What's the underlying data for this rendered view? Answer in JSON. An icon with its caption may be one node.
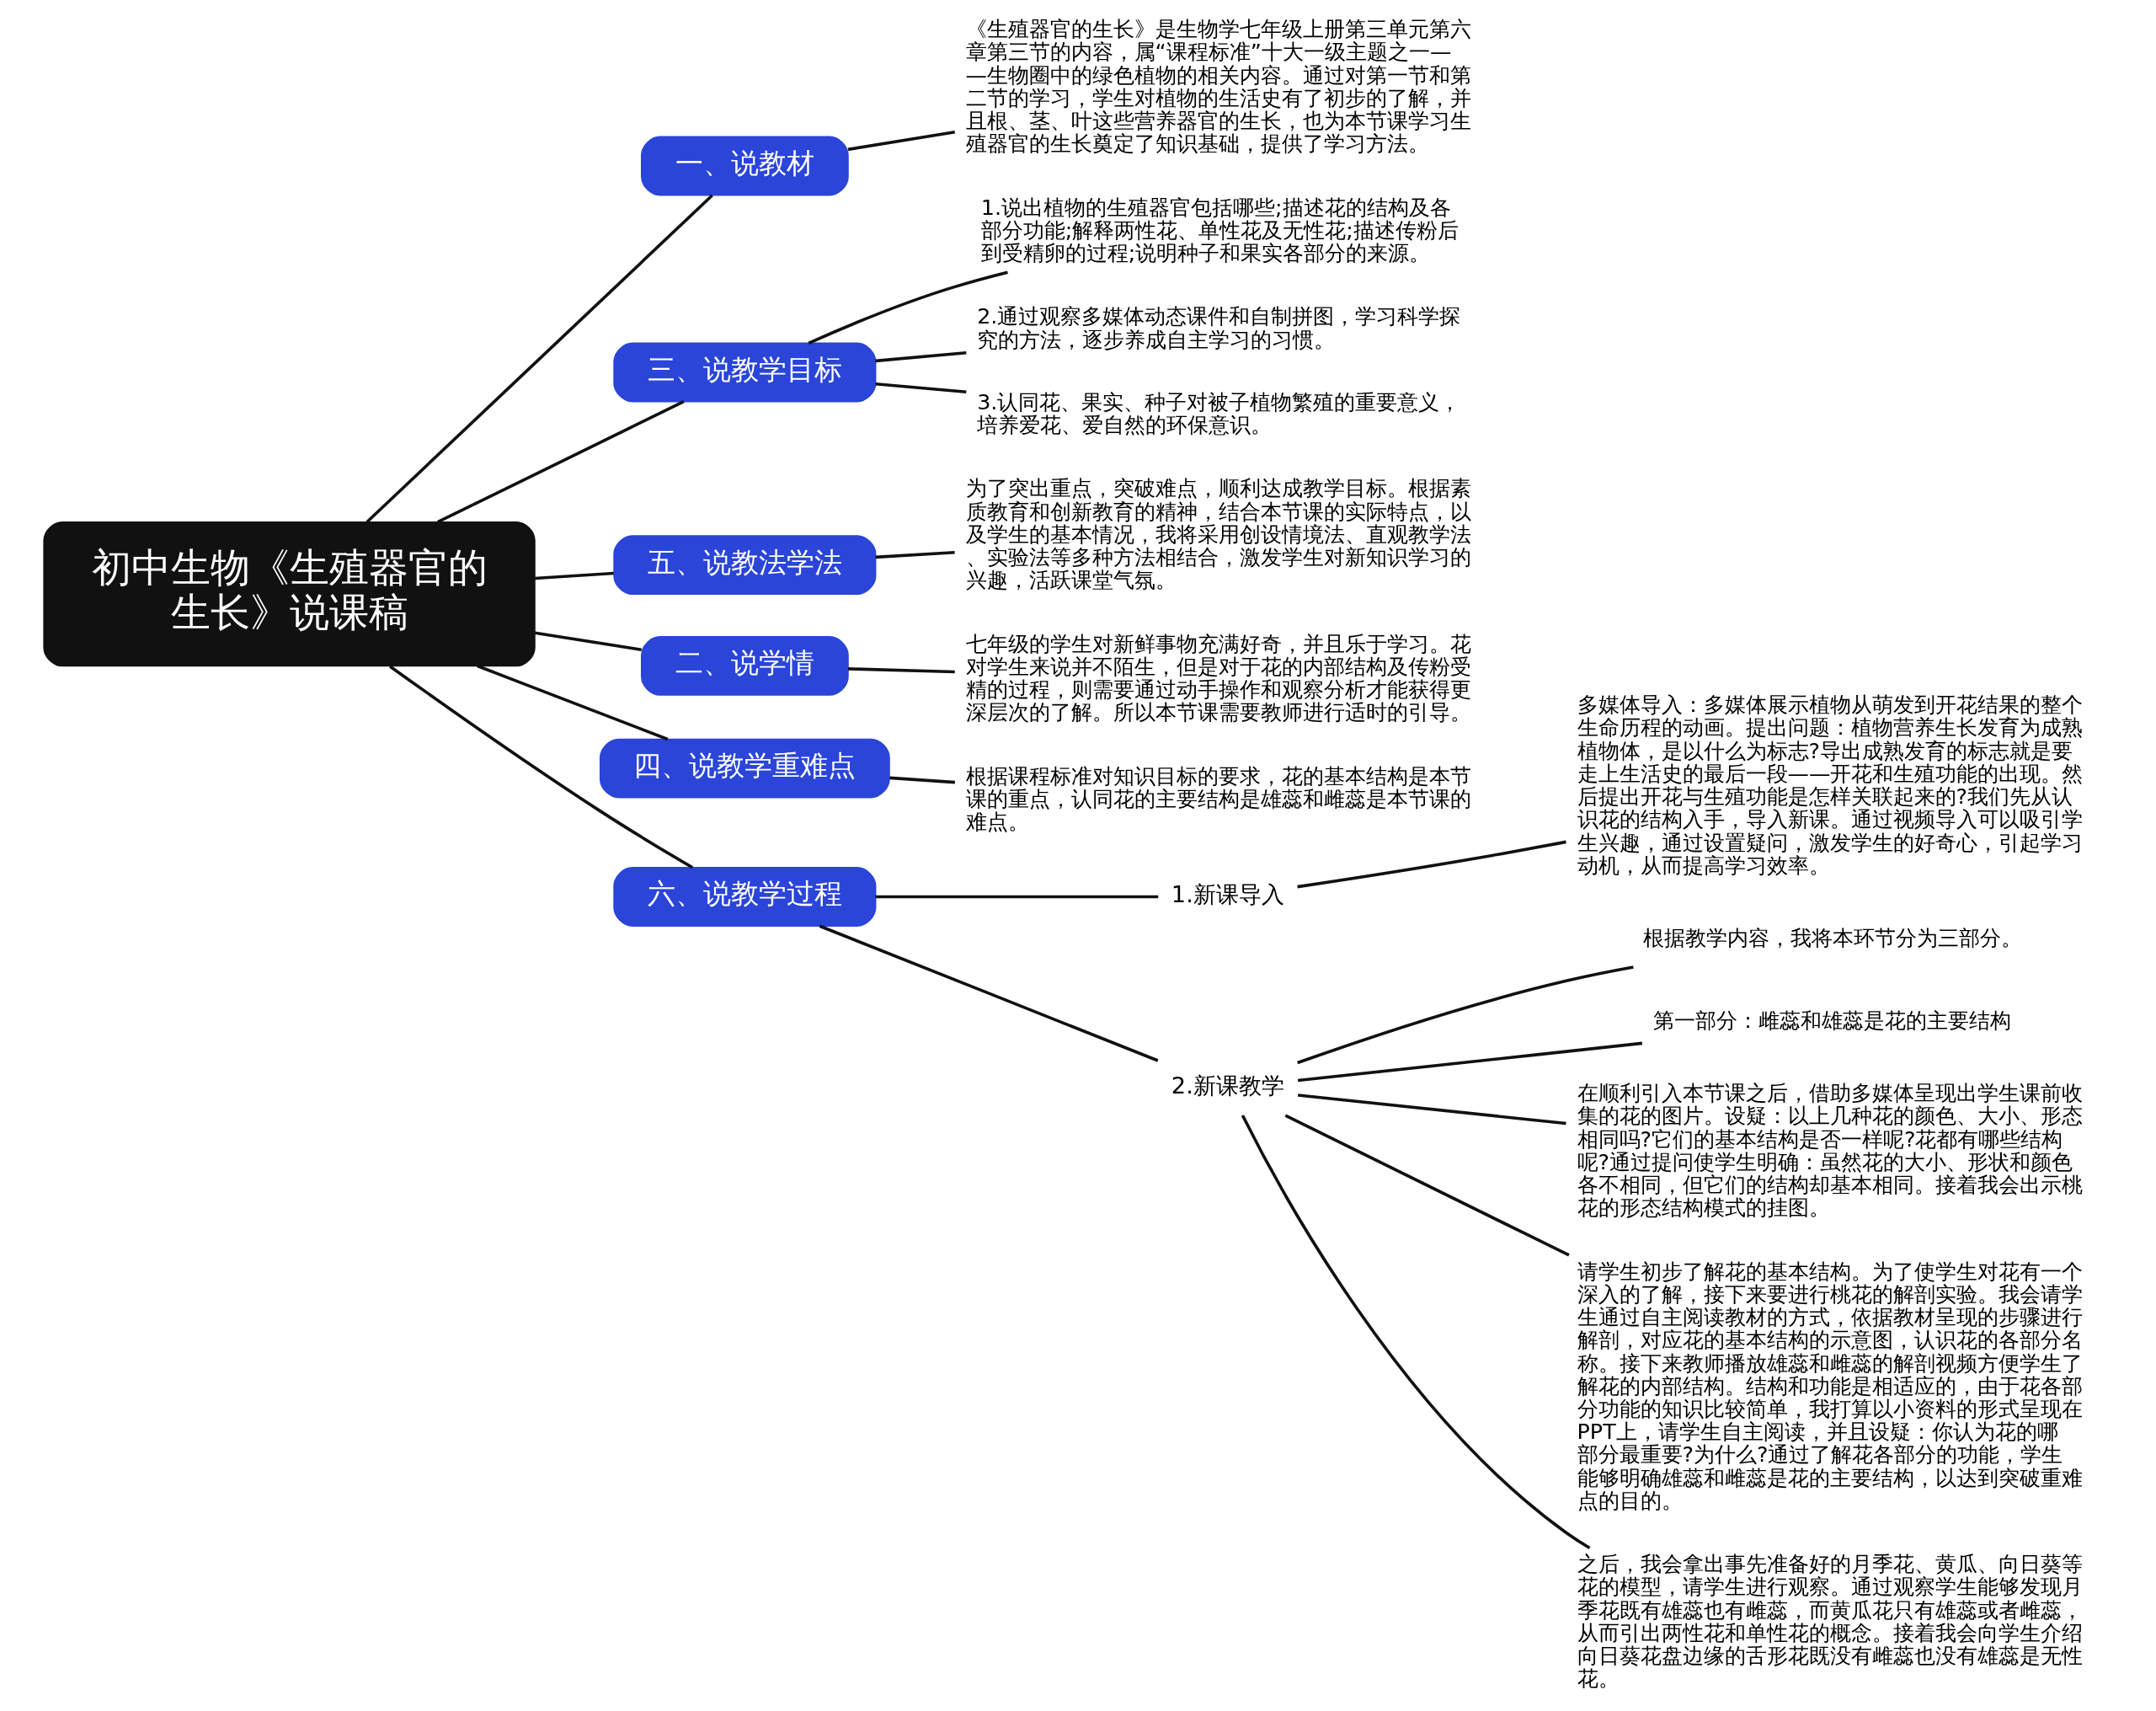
{
  "diagram": {
    "nodes": [
      {
        "text": [
          "初中生物《生殖器官的生长》说课稿"
        ]
      },
      {
        "text": [
          "一、说教材"
        ]
      },
      {
        "text": [
          "《生殖器官的生长》是生物学七年级上册第三单元第六章第三节的内容，属“课程标准”十大一级主题之一——生物圈中的绿色植物的相关内容。通过对第一节和第二节的学习，学生对植物的生活史有了初步的了解，并且根、茎、叶这些营养器官的生长，也为本节课学习生殖器官的生长奠定了知识基础，提供了学习方法。"
        ]
      },
      {
        "text": [
          "三、说教学目标"
        ]
      },
      {
        "text": [
          "1.说出植物的生殖器官包括哪些;描述花的结构及各部分功能;解释两性花、单性花及无性花;描述传粉后到受精卵的过程;说明种子和果实各部分的来源。"
        ]
      },
      {
        "text": [
          "2.通过观察多媒体动态课件和自制拼图，学习科学探究的方法，逐步养成自主学习的习惯。"
        ]
      },
      {
        "text": [
          "3.认同花、果实、种子对被子植物繁殖的重要意义，培养爱花、爱自然的环保意识。"
        ]
      },
      {
        "text": [
          "五、说教法学法"
        ]
      },
      {
        "text": [
          "为了突出重点，突破难点，顺利达成教学目标。根据素质教育和创新教育的精神，结合本节课的实际特点，以及学生的基本情况，我将采用创设情境法、直观教学法、实验法等多种方法相结合，激发学生对新知识学习的兴趣，活跃课堂气氛。"
        ]
      },
      {
        "text": [
          "二、说学情"
        ]
      },
      {
        "text": [
          "七年级的学生对新鲜事物充满好奇，并且乐于学习。花对学生来说并不陌生，但是对于花的内部结构及传粉受精的过程，则需要通过动手操作和观察分析才能获得更深层次的了解。所以本节课需要教师进行适时的引导。"
        ]
      },
      {
        "text": [
          "四、说教学重难点"
        ]
      },
      {
        "text": [
          "根据课程标准对知识目标的要求，花的基本结构是本节课的重点，认同花的主要结构是雄蕊和雌蕊是本节课的难点。"
        ]
      },
      {
        "text": [
          "六、说教学过程"
        ]
      },
      {
        "text": [
          "1.新课导入"
        ]
      },
      {
        "text": [
          "多媒体导入：多媒体展示植物从萌发到开花结果的整个生命历程的动画。提出问题：植物营养生长发育为成熟植物体，是以什么为标志?导出成熟发育的标志就是要走上生活史的最后一段——开花和生殖功能的出现。然后提出开花与生殖功能是怎样关联起来的?我们先从认识花的结构入手，导入新课。通过视频导入可以吸引学生兴趣，通过设置疑问，激发学生的好奇心，引起学习动机，从而提高学习效率。"
        ]
      },
      {
        "text": [
          "2.新课教学"
        ]
      },
      {
        "text": [
          "根据教学内容，我将本环节分为三部分。"
        ]
      },
      {
        "text": [
          "第一部分：雌蕊和雄蕊是花的主要结构"
        ]
      },
      {
        "text": [
          "在顺利引入本节课之后，借助多媒体呈现出学生课前收集的花的图片。设疑：以上几种花的颜色、大小、形态相同吗?它们的基本结构是否一样呢?花都有哪些结构呢?通过提问使学生明确：虽然花的大小、形状和颜色各不相同，但它们的结构却基本相同。接着我会出示桃花的形态结构模式的挂图。"
        ]
      },
      {
        "text": [
          "请学生初步了解花的基本结构。为了使学生对花有一个深入的了解，接下来要进行桃花的解剖实验。我会请学生通过自主阅读教材的方式，依据教材呈现的步骤进行解剖，对应花的基本结构的示意图，认识花的各部分名称。接下来教师播放雄蕊和雌蕊的解剖视频方便学生了解花的内部结构。结构和功能是相适应的，由于花各部分功能的知识比较简单，我打算以小资料的形式呈现在PPT上，请学生自主阅读，并且设疑：你认为花的哪部分最重要?为什么?通过了解花各部分的功能，学生能够明确雄蕊和雌蕊是花的主要结构，以达到突破重难点的目的。"
        ]
      },
      {
        "text": [
          "之后，我会拿出事先准备好的月季花、黄瓜、向日葵等花的模型，请学生进行观察。通过观察学生能够发现月季花既有雄蕊也有雌蕊，而黄瓜花只有雄蕊或者雌蕊，从而引出两性花和单性花的概念。接着我会向学生介绍向日葵花盘边缘的舌形花既没有雌蕊也没有雄蕊是无性花。"
        ]
      }
    ],
    "edges": [
      {
        "from": 0,
        "to": 1,
        "arrow": "none"
      },
      {
        "from": 1,
        "to": 2,
        "arrow": "none"
      },
      {
        "from": 0,
        "to": 3,
        "arrow": "none"
      },
      {
        "from": 3,
        "to": 4,
        "arrow": "none"
      },
      {
        "from": 3,
        "to": 5,
        "arrow": "none"
      },
      {
        "from": 3,
        "to": 6,
        "arrow": "none"
      },
      {
        "from": 0,
        "to": 7,
        "arrow": "none"
      },
      {
        "from": 7,
        "to": 8,
        "arrow": "none"
      },
      {
        "from": 0,
        "to": 9,
        "arrow": "none"
      },
      {
        "from": 9,
        "to": 10,
        "arrow": "none"
      },
      {
        "from": 0,
        "to": 11,
        "arrow": "none"
      },
      {
        "from": 11,
        "to": 12,
        "arrow": "none"
      },
      {
        "from": 0,
        "to": 13,
        "arrow": "none"
      },
      {
        "from": 13,
        "to": 14,
        "arrow": "none"
      },
      {
        "from": 14,
        "to": 15,
        "arrow": "none"
      },
      {
        "from": 13,
        "to": 16,
        "arrow": "none"
      },
      {
        "from": 16,
        "to": 17,
        "arrow": "none"
      },
      {
        "from": 16,
        "to": 18,
        "arrow": "none"
      },
      {
        "from": 16,
        "to": 19,
        "arrow": "none"
      },
      {
        "from": 16,
        "to": 20,
        "arrow": "none"
      },
      {
        "from": 16,
        "to": 21,
        "arrow": "none"
      }
    ]
  }
}
